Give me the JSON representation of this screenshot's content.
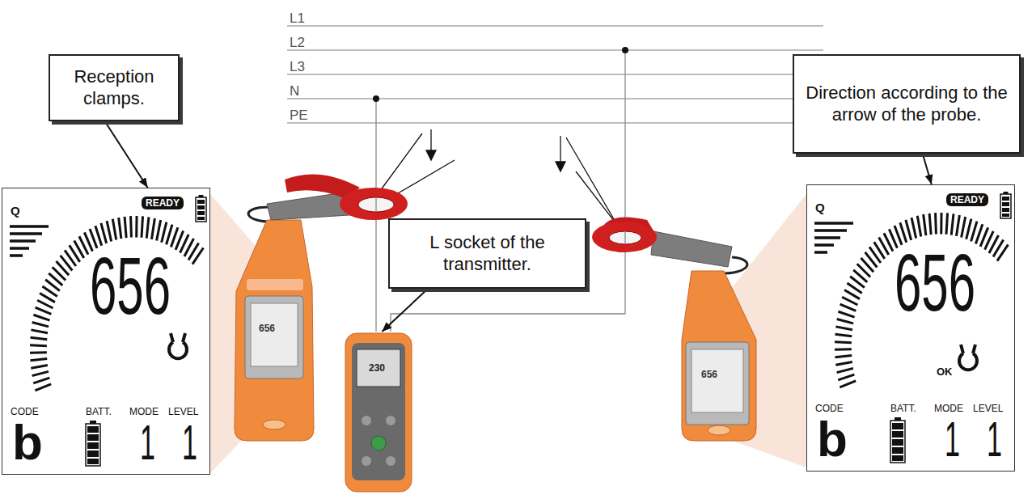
{
  "diagram": {
    "nodes": [
      {
        "text": [
          "Reception clamps."
        ]
      },
      {
        "text": [
          "L socket of the transmitter."
        ]
      },
      {
        "text": [
          "Direction according to the arrow of the probe."
        ]
      },
      {
        "text": [
          "Q",
          "READY",
          "656",
          "CODE",
          "BATT.",
          "MODE",
          "LEVEL",
          "b",
          "1",
          "1"
        ]
      },
      {
        "text": [
          "Q",
          "READY",
          "656",
          "OK",
          "CODE",
          "BATT.",
          "MODE",
          "LEVEL",
          "b",
          "1",
          "1"
        ]
      },
      {
        "text": [
          "230"
        ]
      }
    ],
    "edges": [
      {
        "from": 0,
        "to": 3,
        "arrow": "to"
      },
      {
        "from": 1,
        "to": 5,
        "arrow": "to"
      },
      {
        "from": 2,
        "to": 4,
        "arrow": "to"
      }
    ],
    "labels": [
      "L1",
      "L2",
      "L3",
      "N",
      "PE",
      "656",
      "656"
    ]
  }
}
